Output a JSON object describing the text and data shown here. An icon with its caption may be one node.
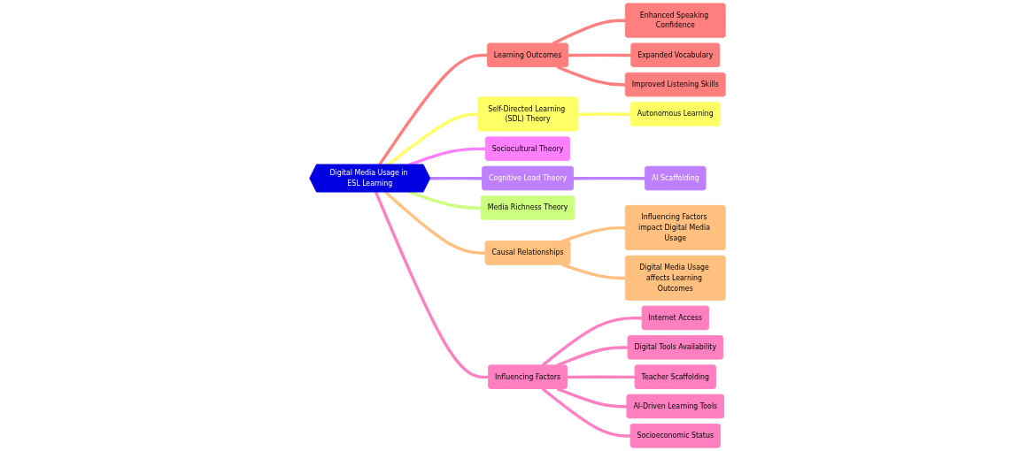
{
  "diagram": {
    "nodes": [
      {
        "text": [
          "Digital Media Usage in ESL Learning"
        ]
      },
      {
        "text": [
          "Learning Outcomes"
        ]
      },
      {
        "text": [
          "Enhanced Speaking Confidence"
        ]
      },
      {
        "text": [
          "Expanded Vocabulary"
        ]
      },
      {
        "text": [
          "Improved Listening Skills"
        ]
      },
      {
        "text": [
          "Self-Directed Learning (SDL) Theory"
        ]
      },
      {
        "text": [
          "Autonomous Learning"
        ]
      },
      {
        "text": [
          "Sociocultural Theory"
        ]
      },
      {
        "text": [
          "Cognitive Load Theory"
        ]
      },
      {
        "text": [
          "AI Scaffolding"
        ]
      },
      {
        "text": [
          "Media Richness Theory"
        ]
      },
      {
        "text": [
          "Causal Relationships"
        ]
      },
      {
        "text": [
          "Influencing Factors impact Digital Media Usage"
        ]
      },
      {
        "text": [
          "Digital Media Usage affects Learning Outcomes"
        ]
      },
      {
        "text": [
          "Influencing Factors"
        ]
      },
      {
        "text": [
          "Internet Access"
        ]
      },
      {
        "text": [
          "Digital Tools Availability"
        ]
      },
      {
        "text": [
          "Teacher Scaffolding"
        ]
      },
      {
        "text": [
          "AI-Driven Learning Tools"
        ]
      },
      {
        "text": [
          "Socioeconomic Status"
        ]
      }
    ],
    "edges": [
      {
        "from": 0,
        "to": 1,
        "arrow": "none",
        "color": "#ff7f7f"
      },
      {
        "from": 1,
        "to": 2,
        "arrow": "none",
        "color": "#ff7f7f"
      },
      {
        "from": 1,
        "to": 3,
        "arrow": "none",
        "color": "#ff7f7f"
      },
      {
        "from": 1,
        "to": 4,
        "arrow": "none",
        "color": "#ff7f7f"
      },
      {
        "from": 0,
        "to": 5,
        "arrow": "none",
        "color": "#ffff66"
      },
      {
        "from": 5,
        "to": 6,
        "arrow": "none",
        "color": "#ffff66"
      },
      {
        "from": 0,
        "to": 7,
        "arrow": "none",
        "color": "#ff80ff"
      },
      {
        "from": 0,
        "to": 8,
        "arrow": "none",
        "color": "#bf80ff"
      },
      {
        "from": 8,
        "to": 9,
        "arrow": "none",
        "color": "#bf80ff"
      },
      {
        "from": 0,
        "to": 10,
        "arrow": "none",
        "color": "#ccff80"
      },
      {
        "from": 0,
        "to": 11,
        "arrow": "none",
        "color": "#ffc080"
      },
      {
        "from": 11,
        "to": 12,
        "arrow": "none",
        "color": "#ffc080"
      },
      {
        "from": 11,
        "to": 13,
        "arrow": "none",
        "color": "#ffc080"
      },
      {
        "from": 0,
        "to": 14,
        "arrow": "none",
        "color": "#ff80c0"
      },
      {
        "from": 14,
        "to": 15,
        "arrow": "none",
        "color": "#ff80c0"
      },
      {
        "from": 14,
        "to": 16,
        "arrow": "none",
        "color": "#ff80c0"
      },
      {
        "from": 14,
        "to": 17,
        "arrow": "none",
        "color": "#ff80c0"
      },
      {
        "from": 14,
        "to": 18,
        "arrow": "none",
        "color": "#ff80c0"
      },
      {
        "from": 14,
        "to": 19,
        "arrow": "none",
        "color": "#ff80c0"
      }
    ]
  }
}
